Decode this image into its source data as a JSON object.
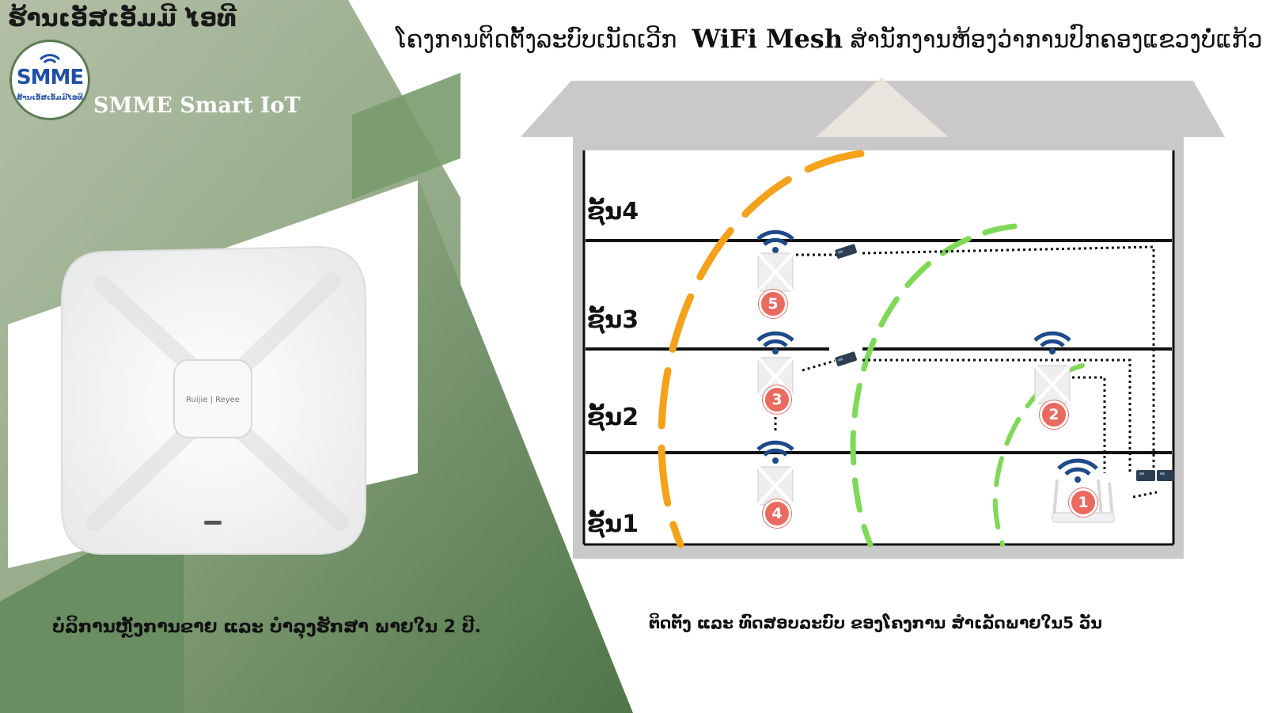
{
  "header": {
    "shop_name": "ຮ້ານເອັສເອັມມີ ໄອທີ",
    "logo_text": "SMME",
    "logo_caption": "ຮ້ານເອັສເອັມມີໄອທີ",
    "brand": "SMME Smart IoT",
    "headline_prefix": "ໂຄງການຕິດຕັ້ງລະບົບເນັດເວີກ",
    "headline_strong": "WiFi Mesh",
    "headline_suffix": "ສຳນັກງານຫ້ອງວ່າການປົກຄອງແຂວງບໍ່ແກ້ວ"
  },
  "product": {
    "brand_mark": "Ruijie | Reyee"
  },
  "captions": {
    "left": "ບໍລິການຫຼັງການຂາຍ ແລະ ບຳລຸງຮັກສາ ພາຍໃນ 2 ປີ.",
    "right": "ຕິດຕັ້ງ ແລະ ທົດສອບລະບົບ ຂອງໂຄງການ ສຳເລັດພາຍໃນ5 ວັນ"
  },
  "diagram": {
    "floors": [
      {
        "label": "ຊັ້ນ4"
      },
      {
        "label": "ຊັ້ນ3"
      },
      {
        "label": "ຊັ້ນ2"
      },
      {
        "label": "ຊັ້ນ1"
      }
    ],
    "access_points": [
      {
        "number": "5",
        "icon": "ceiling-ap-icon"
      },
      {
        "number": "3",
        "icon": "ceiling-ap-icon"
      },
      {
        "number": "2",
        "icon": "ceiling-ap-icon"
      },
      {
        "number": "4",
        "icon": "ceiling-ap-icon"
      },
      {
        "number": "1",
        "icon": "router-icon"
      }
    ],
    "colors": {
      "orange_signal": "#f5a21a",
      "green_signal": "#7ed957",
      "wifi_blue": "#1c4a8a",
      "badge_red": "#ea6a60",
      "house_gray": "#c8c8c8",
      "green_dark": "#5d7d55"
    }
  }
}
